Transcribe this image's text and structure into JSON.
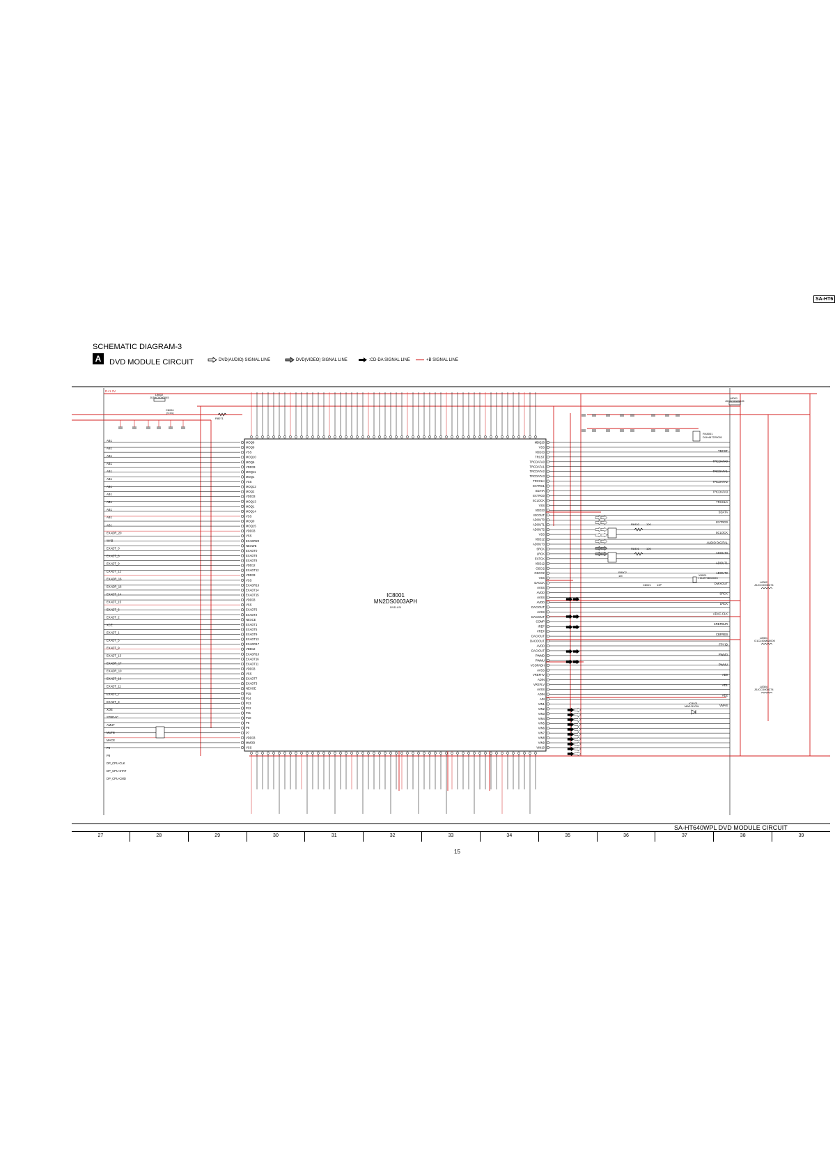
{
  "model_tag": "SA-HT6",
  "diagram_title": "SCHEMATIC DIAGRAM-3",
  "section_letter": "A",
  "section_title": "DVD MODULE CIRCUIT",
  "legend": [
    {
      "label": "DVD(AUDIO) SIGNAL LINE",
      "icon": "hollow-arrow-icon"
    },
    {
      "label": "DVD(VIDEO) SIGNAL LINE",
      "icon": "hatched-arrow-icon"
    },
    {
      "label": ":CD-DA SIGNAL LINE",
      "icon": "solid-arrow-icon"
    },
    {
      "label": "+B SIGNAL LINE",
      "icon": "red-line-icon"
    }
  ],
  "colors": {
    "power_line": "#d42020",
    "signal_line": "#000000"
  },
  "ic": {
    "ref": "IC8001",
    "part": "MN2DS0003APH",
    "pkg": "DVD-LSI"
  },
  "power_net": "D+1.2V",
  "top_parts": [
    {
      "ref": "L8002",
      "val": "J0JHC0000045"
    },
    {
      "ref": "C8061",
      "val": "(0.01)"
    },
    {
      "ref": "R8071",
      "val": "22"
    },
    {
      "ref": "L8001",
      "val": "J0JHC0000045"
    },
    {
      "ref": "RX8001",
      "val": "D1H447220001"
    }
  ],
  "left_pins": [
    "MOQ8",
    "MOQ9",
    "VSS",
    "MOQ10",
    "MOQ6",
    "VDD33",
    "MOQ11",
    "MOQ1",
    "VSS",
    "MOQ12",
    "MOQ2",
    "VDD33",
    "MOQ13",
    "MOQ1",
    "MOQ14",
    "VSS",
    "MOQ0",
    "MOQ15",
    "VDD33",
    "VSS",
    "EXADR20",
    "NEXWE",
    "EXADT0",
    "EXADT8",
    "EXADT8",
    "VDD12",
    "EXADT12",
    "VDD33",
    "VSS",
    "EXADR16",
    "EXADT14",
    "EXADT15",
    "VDD33",
    "VSS",
    "EXADT6",
    "EXADT2",
    "NEXCE",
    "EXADT1",
    "EXADT5",
    "EXADT9",
    "EXADT13",
    "EXADR17",
    "VDD12",
    "EXADR10",
    "EXADT16",
    "EXADT11",
    "VDD33",
    "VSS",
    "EXADT7",
    "EXADT3",
    "NEXOE",
    "P15",
    "P14",
    "P13",
    "P12",
    "P11",
    "P10",
    "P9",
    "P8",
    "P7",
    "VDD33",
    "MMOD",
    "VSS"
  ],
  "right_pins": [
    "MDQ20",
    "VSS",
    "VDD33",
    "TRCST",
    "TRCDATA0",
    "TRCDATA1",
    "TRCDATA2",
    "TRCDATA3",
    "TRCCLK",
    "EXTRG1",
    "SDATA",
    "EXTRG0",
    "SCLOCK",
    "VSS",
    "VDD33",
    "IECOUT",
    "ADOUT0",
    "ADOUT1",
    "ADOUT2",
    "VSS",
    "VDD12",
    "ADOUT3",
    "SRCK",
    "LRCK",
    "EXTCK",
    "VDD12",
    "OSCI2",
    "OSCO2",
    "VSS",
    "DACCK",
    "AVSS",
    "AVDD",
    "AVSS",
    "AVDD",
    "DACIOUT",
    "AVSS",
    "DACIOUT",
    "COMP",
    "IREF",
    "VREF",
    "DACIOUT",
    "DACOOUT",
    "AVDD",
    "DACIOUT",
    "PWMD",
    "PWMU",
    "VCOFADH",
    "AVSS",
    "VREFHV",
    "ADIN",
    "VREFLV",
    "AVSS",
    "ADIN",
    "ADI",
    "VIN1",
    "VIN2",
    "VIN3",
    "VIN4",
    "VIN5",
    "VIN6",
    "VIN7",
    "VIN8",
    "VIN9",
    "VIN10"
  ],
  "left_nets": [
    "AB1",
    "AB1",
    "AB1",
    "AB1",
    "AB1",
    "AB1",
    "AB1",
    "AB1",
    "AB1",
    "AB1",
    "AB1",
    "AB1",
    "EXADR_20",
    "WAB",
    "EXADT_0",
    "EXADT_8",
    "EXADT_9",
    "EXADT_12",
    "EXADR_16",
    "EXADR_16",
    "EXADT_14",
    "EXADT_15",
    "EXADT_6",
    "EXADT_2",
    "XCE",
    "EXADT_1",
    "EXADT_5",
    "EXADT_9",
    "EXADT_13",
    "EXADR_17",
    "EXADR_10",
    "EXADT_16",
    "EXADT_11",
    "EXADT_7",
    "EXADT_3",
    "XOE",
    "STBDAC",
    "AMUT",
    "MUTE",
    "MACE",
    "P8",
    "P8",
    "DP_CPU-CLK",
    "DP_CPU-STAT",
    "DP_CPU-CMD"
  ],
  "right_nets": [
    "TRCST",
    "TRCDATA0",
    "TRCDATA1",
    "TRCDATA2",
    "TRCDATA3",
    "TRCCLK",
    "SDATA",
    "EXTRG0",
    "SCLOCK",
    "AUDIO DIGITAL",
    "ADOUT0",
    "ADOUT1",
    "ADOUT2",
    "DMIXOUT",
    "SRCK",
    "LRCK",
    "ADAC-CLK",
    "CREFBUR",
    "CBFREB",
    "FPYIO",
    "PWMD",
    "PWMU",
    "AD0",
    "AD1",
    "AD2",
    "VMAS"
  ],
  "right_parts": [
    {
      "ref": "L8302",
      "val": "J0JCC0000274"
    },
    {
      "ref": "L8301",
      "val": "G1C150MA0000"
    },
    {
      "ref": "L8304",
      "val": "J0JCC0000274"
    },
    {
      "ref": "IC8021",
      "val": "MA2J1100L"
    },
    {
      "ref": "X8001",
      "val": "H0J270B00003"
    },
    {
      "ref": "R8402",
      "val": "100"
    },
    {
      "ref": "R8401",
      "val": "100"
    },
    {
      "ref": "R8002",
      "val": "1M"
    },
    {
      "ref": "C8021",
      "val": "13P"
    }
  ],
  "bottom_title": "SA-HT640WPL DVD MODULE CIRCUIT",
  "grid_numbers": [
    "27",
    "28",
    "29",
    "30",
    "31",
    "32",
    "33",
    "34",
    "35",
    "36",
    "37",
    "38",
    "39"
  ],
  "page_number": "15"
}
